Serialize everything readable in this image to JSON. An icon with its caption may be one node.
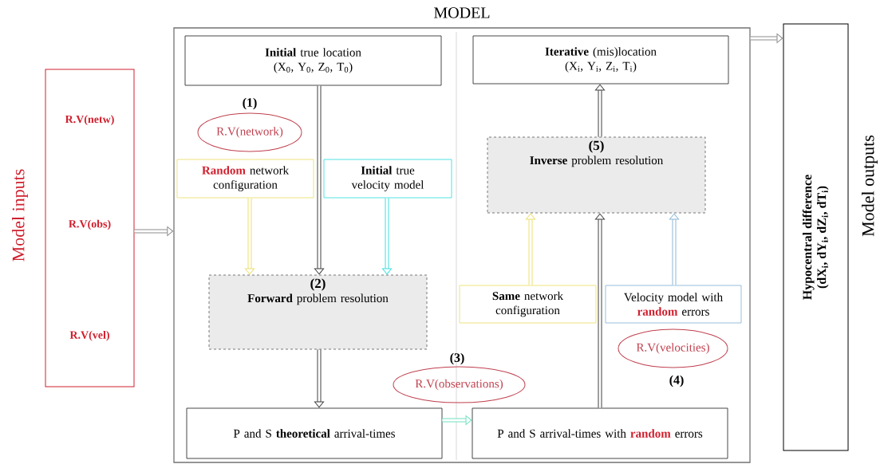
{
  "diagram": {
    "nodes": [
      {
        "text": [
          "R.V(netw)",
          "R.V(obs)",
          "R.V(vel)"
        ],
        "beside": [
          "Model inputs"
        ]
      },
      {
        "text": [
          "MODEL"
        ]
      },
      {
        "text": [
          "**Initial** true location",
          "(X$_{0}$, Y$_{0}$, Z$_{0}$, T$_{0}$)"
        ],
        "in": 1
      },
      {
        "text": [
          "R.V(network)"
        ],
        "beside": [
          "(1)"
        ],
        "in": 1
      },
      {
        "text": [
          "**Random** network configuration"
        ],
        "in": 1
      },
      {
        "text": [
          "**Initial** true velocity model"
        ],
        "in": 1
      },
      {
        "text": [
          "(2)",
          "**Forward** problem resolution"
        ],
        "in": 1
      },
      {
        "text": [
          "P and S **theoretical** arrival-times"
        ],
        "in": 1
      },
      {
        "text": [
          "R.V(observations)"
        ],
        "beside": [
          "(3)"
        ],
        "in": 1
      },
      {
        "text": [
          "**Iterative** (mis)location",
          "(X$_{i}$, Y$_{i}$, Z$_{i}$, T$_{i}$)"
        ],
        "in": 1
      },
      {
        "text": [
          "(5)",
          "**Inverse** problem resolution"
        ],
        "in": 1
      },
      {
        "text": [
          "**Same** network configuration"
        ],
        "in": 1
      },
      {
        "text": [
          "Velocity model with **random** errors"
        ],
        "in": 1
      },
      {
        "text": [
          "R.V(velocities)"
        ],
        "beside": [
          "(4)"
        ],
        "in": 1
      },
      {
        "text": [
          "P and S arrival-times with **random** errors"
        ],
        "in": 1
      },
      {
        "text": [
          "Hypocentral difference",
          "(dX$_{i}$, dY$_{i}$, dZ$_{i}$, dT$_{i}$)"
        ],
        "beside": [
          "Model outputs"
        ]
      }
    ],
    "edges": [
      {
        "from": 0,
        "to": 1,
        "arrow": "to",
        "color": "#8c8c8c"
      },
      {
        "from": 2,
        "to": 6,
        "arrow": "to"
      },
      {
        "from": 4,
        "to": 6,
        "arrow": "to",
        "color": "#ece070"
      },
      {
        "from": 5,
        "to": 6,
        "arrow": "to",
        "color": "#40dede"
      },
      {
        "from": 6,
        "to": 7,
        "arrow": "to"
      },
      {
        "from": 7,
        "to": 14,
        "arrow": "to",
        "color": "#70e0c0"
      },
      {
        "from": 14,
        "to": 10,
        "arrow": "to"
      },
      {
        "from": 11,
        "to": 10,
        "arrow": "to",
        "color": "#ece070"
      },
      {
        "from": 12,
        "to": 10,
        "arrow": "to",
        "color": "#8cb8d8"
      },
      {
        "from": 10,
        "to": 9,
        "arrow": "to"
      },
      {
        "from": 1,
        "to": 15,
        "arrow": "to",
        "color": "#8c8c8c"
      }
    ]
  }
}
